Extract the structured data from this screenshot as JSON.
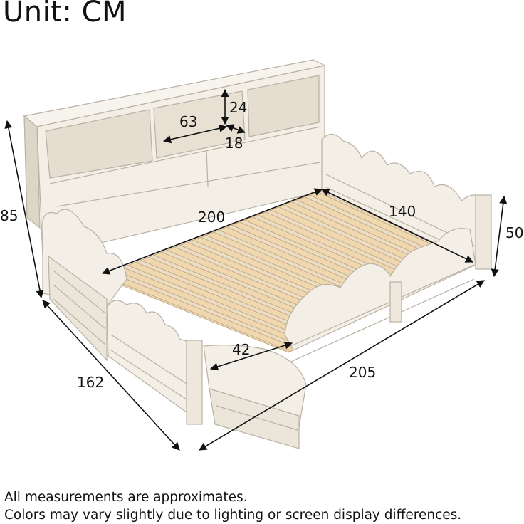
{
  "unit_label": "Unit: CM",
  "dimensions": {
    "cabinet_height": "85",
    "shelf_height": "24",
    "shelf_width": "63",
    "shelf_depth": "18",
    "bed_length": "200",
    "bed_width": "140",
    "rail_height": "50",
    "overall_width": "162",
    "overall_length": "205",
    "gate_opening": "42"
  },
  "notes": [
    "All measurements are approximates.",
    "Colors may vary slightly due to lighting or screen display differences."
  ],
  "colors": {
    "frame": "#f3efe7",
    "frame_shadow": "#e0d9cc",
    "slat": "#ecd3ac",
    "slat_edge": "#c9a97c",
    "outline": "#b9b1a3"
  }
}
